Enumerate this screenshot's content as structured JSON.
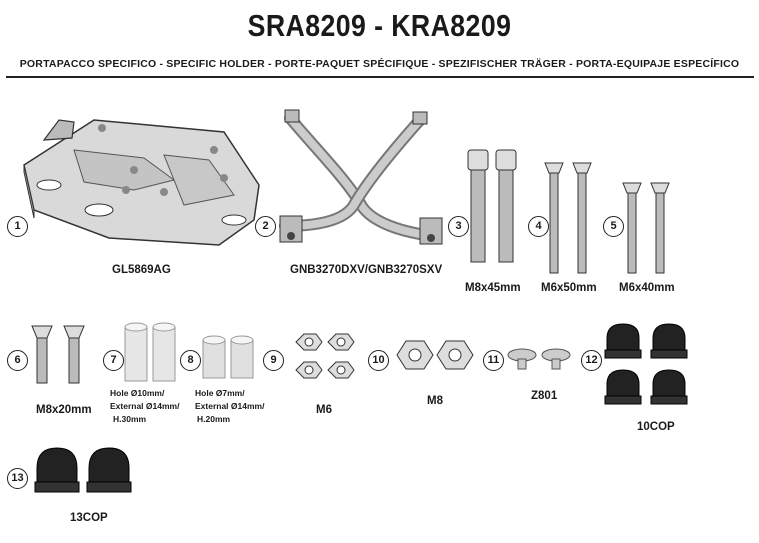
{
  "header": {
    "title": "SRA8209 - KRA8209",
    "subtitle": "PORTAPACCO SPECIFICO - SPECIFIC HOLDER - PORTE-PAQUET SPÉCIFIQUE - SPEZIFISCHER TRÄGER - PORTA-EQUIPAJE ESPECÍFICO"
  },
  "parts": [
    {
      "number": "1",
      "label": "GL5869AG"
    },
    {
      "number": "2",
      "label": "GNB3270DXV/GNB3270SXV"
    },
    {
      "number": "3",
      "label": "M8x45mm"
    },
    {
      "number": "4",
      "label": "M6x50mm"
    },
    {
      "number": "5",
      "label": "M6x40mm"
    },
    {
      "number": "6",
      "label": "M8x20mm"
    },
    {
      "number": "7",
      "label_lines": [
        "Hole Ø10mm/",
        "External Ø14mm/",
        "H.30mm"
      ]
    },
    {
      "number": "8",
      "label_lines": [
        "Hole Ø7mm/",
        "External Ø14mm/",
        "H.20mm"
      ]
    },
    {
      "number": "9",
      "label": "M6"
    },
    {
      "number": "10",
      "label": "M8"
    },
    {
      "number": "11",
      "label": "Z801"
    },
    {
      "number": "12",
      "label": "10COP"
    },
    {
      "number": "13",
      "label": "13COP"
    }
  ]
}
